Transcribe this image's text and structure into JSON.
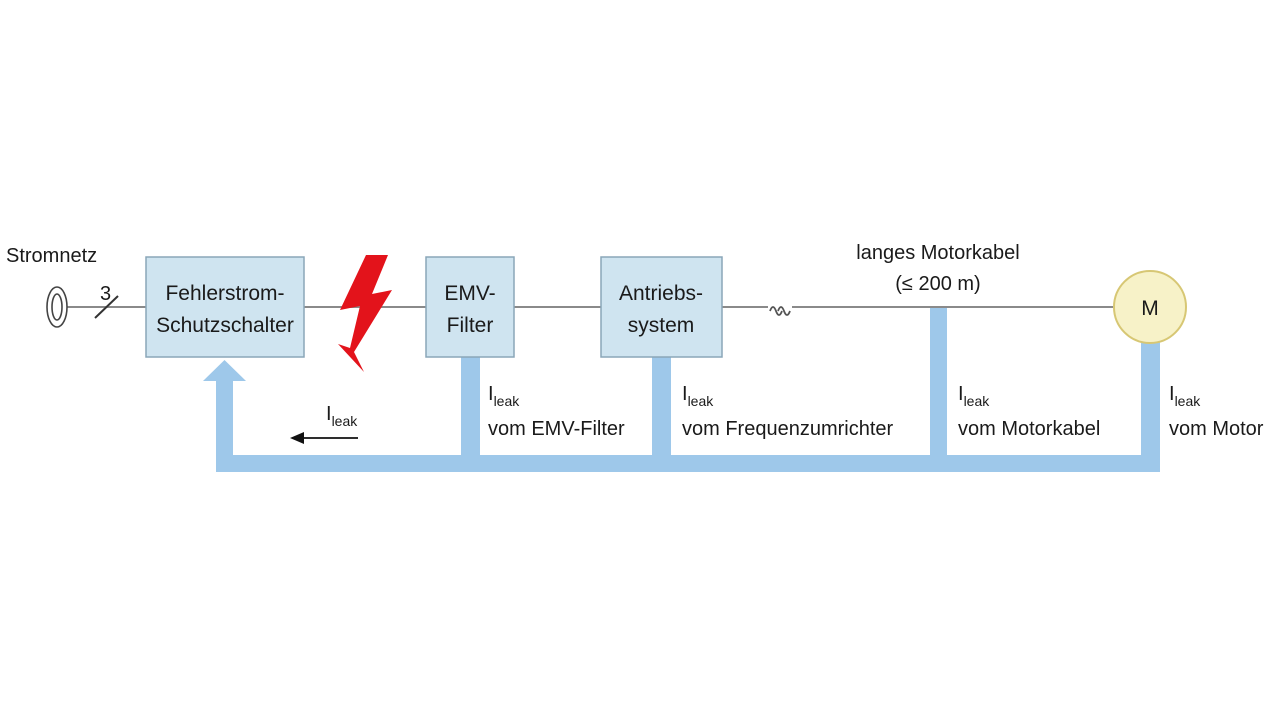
{
  "labels": {
    "mains": "Stromnetz",
    "phases": "3",
    "cable_line1": "langes Motorkabel",
    "cable_line2": "(≤ 200 m)",
    "leak_main": "I",
    "leak_sub": "leak"
  },
  "blocks": {
    "rcd_line1": "Fehlerstrom-",
    "rcd_line2": "Schutzschalter",
    "emv_line1": "EMV-",
    "emv_line2": "Filter",
    "drive_line1": "Antriebs-",
    "drive_line2": "system",
    "motor": "M"
  },
  "leak_sources": [
    {
      "symbol": "I",
      "sub": "leak",
      "text": "vom EMV-Filter"
    },
    {
      "symbol": "I",
      "sub": "leak",
      "text": "vom Frequenzumrichter"
    },
    {
      "symbol": "I",
      "sub": "leak",
      "text": "vom Motorkabel"
    },
    {
      "symbol": "I",
      "sub": "leak",
      "text": "vom Motor"
    }
  ],
  "colors": {
    "box_fill": "#cfe4f0",
    "leak_path": "#9ec8ea",
    "fault_bolt": "#e3131b",
    "motor_fill": "#f7f2c8"
  },
  "icons": {
    "mains": "mains-plug-icon",
    "fault": "lightning-bolt-icon",
    "cable_break": "cable-break-icon"
  }
}
